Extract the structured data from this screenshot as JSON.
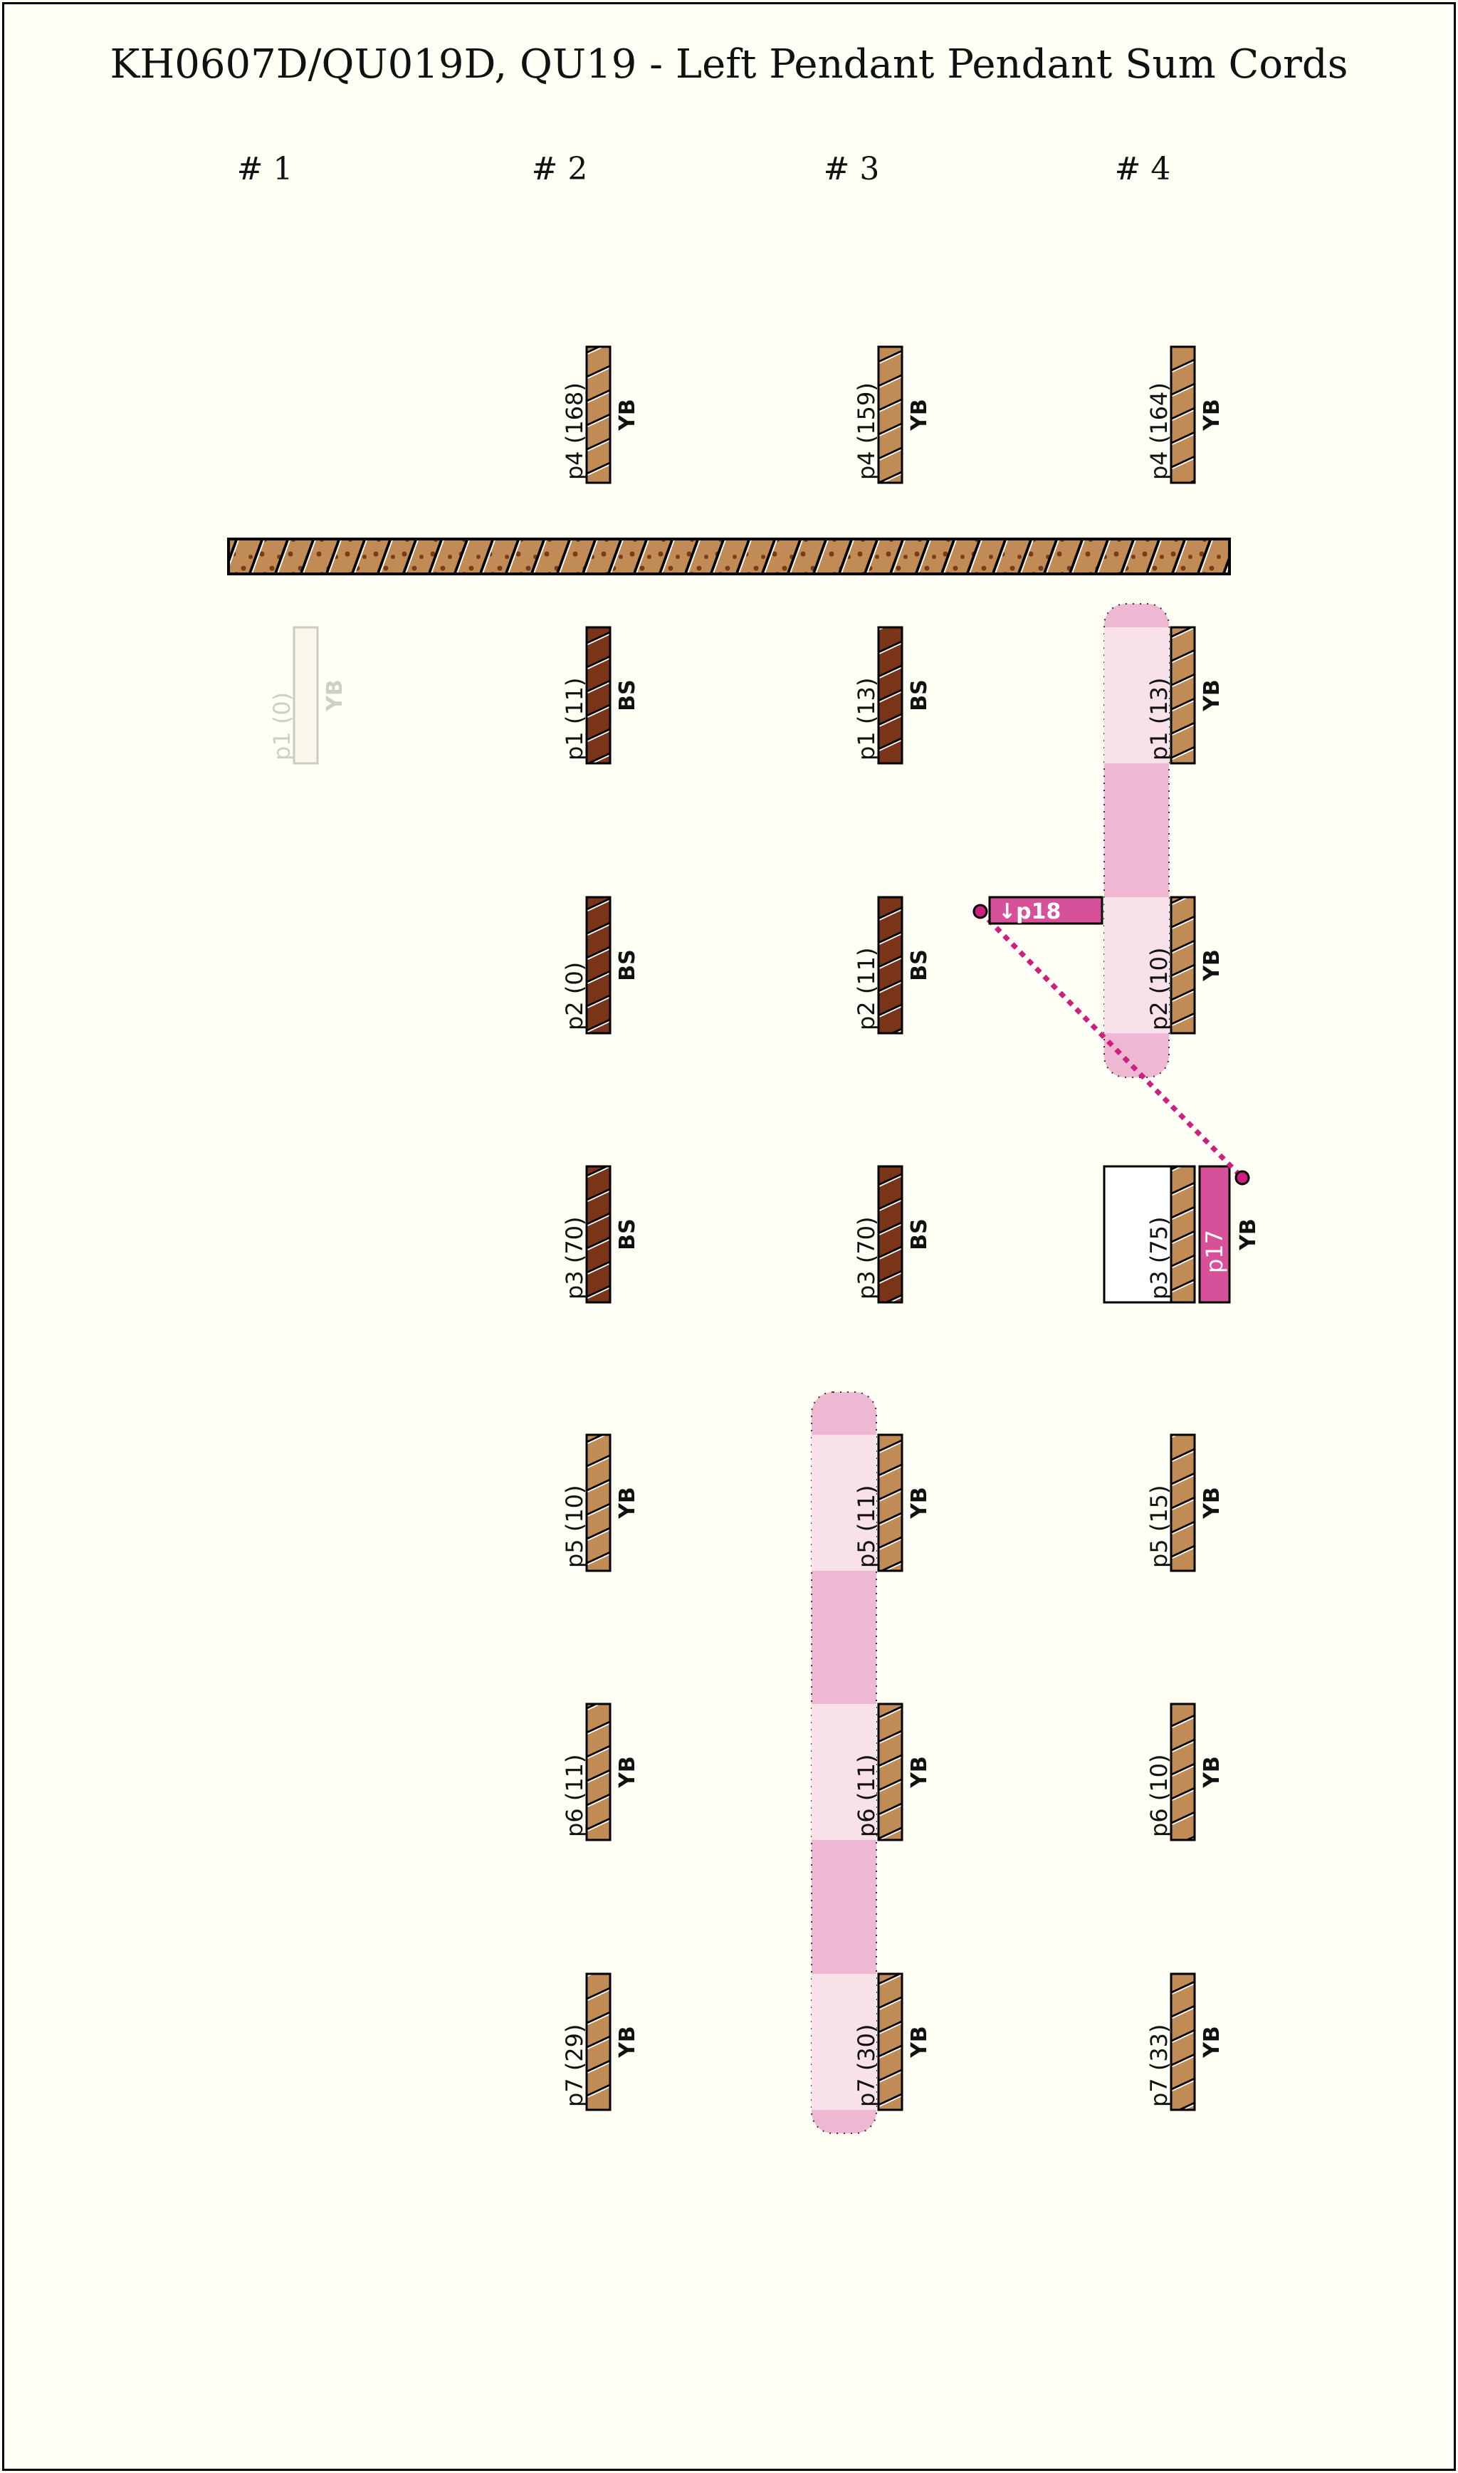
{
  "title": "KH0607D/QU019D, QU19 - Left Pendant Pendant Sum Cords",
  "columns": [
    "# 1",
    "# 2",
    "# 3",
    "# 4"
  ],
  "colors": {
    "YB": "#c08b55",
    "BS": "#7a3518",
    "pink": "#d6509a",
    "pink_light": "#f9e1ea",
    "pink_mid": "#efb8d2",
    "line": "#cc1f7f"
  },
  "primary_cord": {
    "color": "YB"
  },
  "top_cords": [
    {
      "col": 2,
      "label": "p4 (168)",
      "color": "YB"
    },
    {
      "col": 3,
      "label": "p4 (159)",
      "color": "YB"
    },
    {
      "col": 4,
      "label": "p4 (164)",
      "color": "YB"
    }
  ],
  "cords": [
    {
      "col": 1,
      "row": 1,
      "label": "p1 (0)",
      "color": "YB",
      "faded": true
    },
    {
      "col": 2,
      "row": 1,
      "label": "p1 (11)",
      "color": "BS"
    },
    {
      "col": 2,
      "row": 2,
      "label": "p2 (0)",
      "color": "BS"
    },
    {
      "col": 2,
      "row": 3,
      "label": "p3 (70)",
      "color": "BS"
    },
    {
      "col": 2,
      "row": 4,
      "label": "p5 (10)",
      "color": "YB"
    },
    {
      "col": 2,
      "row": 5,
      "label": "p6 (11)",
      "color": "YB"
    },
    {
      "col": 2,
      "row": 6,
      "label": "p7 (29)",
      "color": "YB"
    },
    {
      "col": 3,
      "row": 1,
      "label": "p1 (13)",
      "color": "BS"
    },
    {
      "col": 3,
      "row": 2,
      "label": "p2 (11)",
      "color": "BS"
    },
    {
      "col": 3,
      "row": 3,
      "label": "p3 (70)",
      "color": "BS"
    },
    {
      "col": 3,
      "row": 4,
      "label": "p5 (11)",
      "color": "YB"
    },
    {
      "col": 3,
      "row": 5,
      "label": "p6 (11)",
      "color": "YB"
    },
    {
      "col": 3,
      "row": 6,
      "label": "p7 (30)",
      "color": "YB"
    },
    {
      "col": 4,
      "row": 1,
      "label": "p1 (13)",
      "color": "YB"
    },
    {
      "col": 4,
      "row": 2,
      "label": "p2 (10)",
      "color": "YB"
    },
    {
      "col": 4,
      "row": 3,
      "label": "p3 (75)",
      "color": "YB",
      "sum": true
    },
    {
      "col": 4,
      "row": 4,
      "label": "p5 (15)",
      "color": "YB"
    },
    {
      "col": 4,
      "row": 5,
      "label": "p6 (10)",
      "color": "YB"
    },
    {
      "col": 4,
      "row": 6,
      "label": "p7 (33)",
      "color": "YB"
    }
  ],
  "sum_groups": [
    {
      "col": 4,
      "rows": [
        1,
        2
      ],
      "rounded": "bottom"
    },
    {
      "col": 3,
      "rows": [
        4,
        5,
        6
      ],
      "rounded": "top"
    }
  ],
  "links": {
    "from_label": "↓p18",
    "to_label": "p17"
  }
}
